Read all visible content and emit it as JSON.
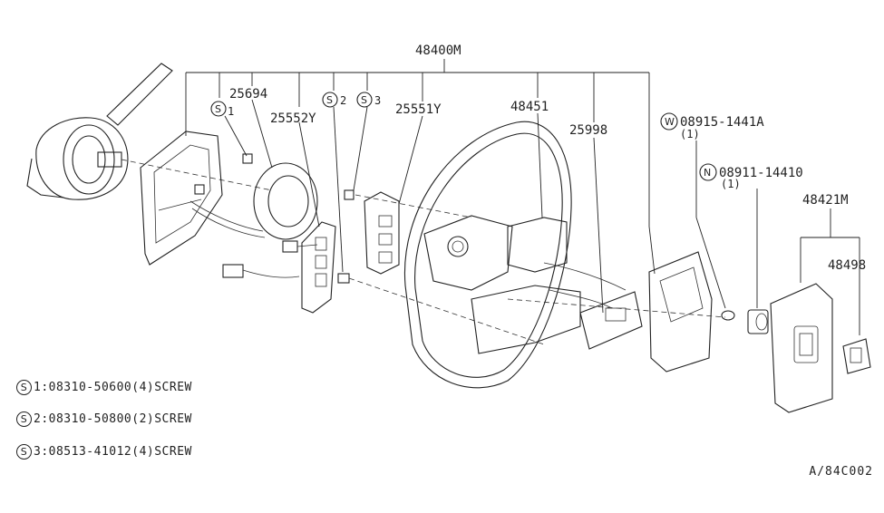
{
  "callouts": {
    "assembly": "48400M",
    "spiral_cable": "25694",
    "switch_left": "25552Y",
    "switch_right": "25551Y",
    "wheel": "48451",
    "airbag_module_bracket": "25998",
    "washer": "08915-1441A",
    "washer_qty": "(1)",
    "washer_prefix": "W",
    "nut": "08911-14410",
    "nut_qty": "(1)",
    "nut_prefix": "N",
    "pad_assy": "48421M",
    "emblem": "48498",
    "screw1_tag": "1",
    "screw2_tag": "2",
    "screw3_tag": "3",
    "screw_prefix": "S"
  },
  "legend": [
    {
      "tag": "S",
      "text": "1:08310-50600(4)SCREW"
    },
    {
      "tag": "S",
      "text": "2:08310-50800(2)SCREW"
    },
    {
      "tag": "S",
      "text": "3:08513-41012(4)SCREW"
    }
  ],
  "diagram_code": "A/84C002"
}
